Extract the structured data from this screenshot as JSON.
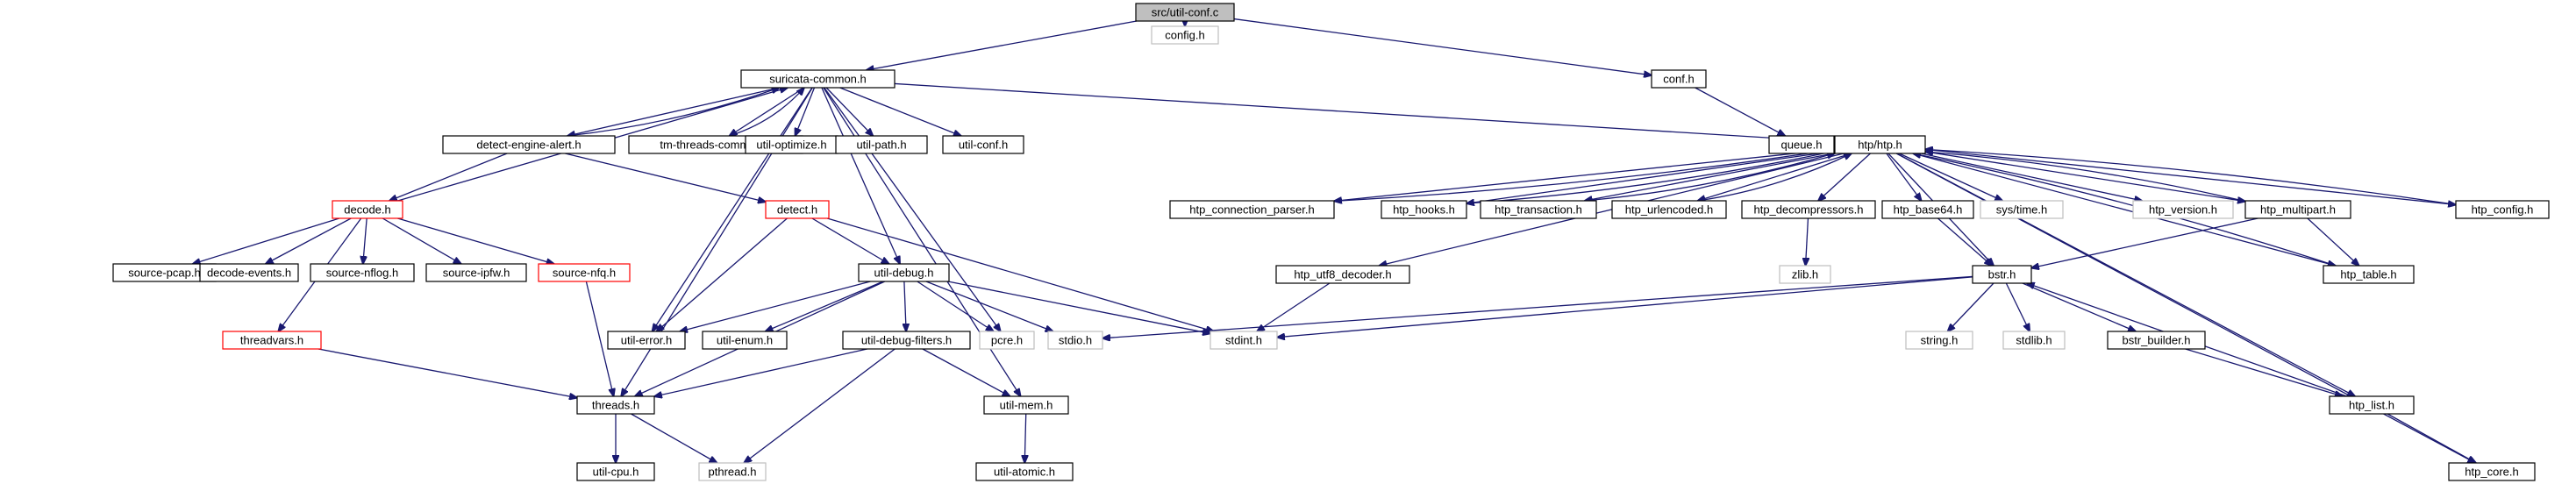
{
  "nodes": [
    {
      "id": "util_conf_c",
      "label": "src/util-conf.c",
      "style": "root"
    },
    {
      "id": "suricata_common",
      "label": "suricata-common.h",
      "style": "normal"
    },
    {
      "id": "config_h",
      "label": "config.h",
      "style": "sys"
    },
    {
      "id": "conf_h",
      "label": "conf.h",
      "style": "normal"
    },
    {
      "id": "queue_h",
      "label": "queue.h",
      "style": "normal"
    },
    {
      "id": "detect_engine_alert",
      "label": "detect-engine-alert.h",
      "style": "normal"
    },
    {
      "id": "tm_threads_common",
      "label": "tm-threads-common.h",
      "style": "normal"
    },
    {
      "id": "util_optimize",
      "label": "util-optimize.h",
      "style": "normal"
    },
    {
      "id": "util_path",
      "label": "util-path.h",
      "style": "normal"
    },
    {
      "id": "util_conf_h",
      "label": "util-conf.h",
      "style": "normal"
    },
    {
      "id": "htp_htp",
      "label": "htp/htp.h",
      "style": "normal"
    },
    {
      "id": "decode_h",
      "label": "decode.h",
      "style": "red"
    },
    {
      "id": "detect_h",
      "label": "detect.h",
      "style": "red"
    },
    {
      "id": "source_pcap",
      "label": "source-pcap.h",
      "style": "normal"
    },
    {
      "id": "decode_events",
      "label": "decode-events.h",
      "style": "normal"
    },
    {
      "id": "source_nflog",
      "label": "source-nflog.h",
      "style": "normal"
    },
    {
      "id": "source_ipfw",
      "label": "source-ipfw.h",
      "style": "normal"
    },
    {
      "id": "source_nfq",
      "label": "source-nfq.h",
      "style": "red"
    },
    {
      "id": "util_debug",
      "label": "util-debug.h",
      "style": "normal"
    },
    {
      "id": "threadvars",
      "label": "threadvars.h",
      "style": "red"
    },
    {
      "id": "util_error",
      "label": "util-error.h",
      "style": "normal"
    },
    {
      "id": "util_enum",
      "label": "util-enum.h",
      "style": "normal"
    },
    {
      "id": "util_debug_filters",
      "label": "util-debug-filters.h",
      "style": "normal"
    },
    {
      "id": "pcre_h",
      "label": "pcre.h",
      "style": "sys"
    },
    {
      "id": "stdio_h",
      "label": "stdio.h",
      "style": "sys"
    },
    {
      "id": "stdint_h",
      "label": "stdint.h",
      "style": "sys"
    },
    {
      "id": "threads_h",
      "label": "threads.h",
      "style": "normal"
    },
    {
      "id": "util_mem",
      "label": "util-mem.h",
      "style": "normal"
    },
    {
      "id": "util_cpu",
      "label": "util-cpu.h",
      "style": "normal"
    },
    {
      "id": "pthread_h",
      "label": "pthread.h",
      "style": "sys"
    },
    {
      "id": "util_atomic",
      "label": "util-atomic.h",
      "style": "normal"
    },
    {
      "id": "htp_connection_parser",
      "label": "htp_connection_parser.h",
      "style": "normal"
    },
    {
      "id": "htp_hooks",
      "label": "htp_hooks.h",
      "style": "normal"
    },
    {
      "id": "htp_transaction",
      "label": "htp_transaction.h",
      "style": "normal"
    },
    {
      "id": "htp_urlencoded",
      "label": "htp_urlencoded.h",
      "style": "normal"
    },
    {
      "id": "htp_decompressors",
      "label": "htp_decompressors.h",
      "style": "normal"
    },
    {
      "id": "htp_base64",
      "label": "htp_base64.h",
      "style": "normal"
    },
    {
      "id": "sys_time",
      "label": "sys/time.h",
      "style": "sys"
    },
    {
      "id": "htp_version",
      "label": "htp_version.h",
      "style": "sys"
    },
    {
      "id": "htp_multipart",
      "label": "htp_multipart.h",
      "style": "normal"
    },
    {
      "id": "htp_config",
      "label": "htp_config.h",
      "style": "normal"
    },
    {
      "id": "zlib_h",
      "label": "zlib.h",
      "style": "sys"
    },
    {
      "id": "htp_utf8_decoder",
      "label": "htp_utf8_decoder.h",
      "style": "normal"
    },
    {
      "id": "bstr_h",
      "label": "bstr.h",
      "style": "normal"
    },
    {
      "id": "htp_table",
      "label": "htp_table.h",
      "style": "normal"
    },
    {
      "id": "string_h",
      "label": "string.h",
      "style": "sys"
    },
    {
      "id": "stdlib_h",
      "label": "stdlib.h",
      "style": "sys"
    },
    {
      "id": "bstr_builder",
      "label": "bstr_builder.h",
      "style": "normal"
    },
    {
      "id": "htp_list",
      "label": "htp_list.h",
      "style": "normal"
    },
    {
      "id": "htp_core",
      "label": "htp_core.h",
      "style": "normal"
    }
  ],
  "edges": [
    [
      "util_conf_c",
      "suricata_common"
    ],
    [
      "util_conf_c",
      "config_h"
    ],
    [
      "util_conf_c",
      "conf_h"
    ],
    [
      "conf_h",
      "queue_h"
    ],
    [
      "suricata_common",
      "detect_engine_alert"
    ],
    [
      "suricata_common",
      "tm_threads_common"
    ],
    [
      "suricata_common",
      "util_optimize"
    ],
    [
      "suricata_common",
      "util_path"
    ],
    [
      "suricata_common",
      "util_conf_h"
    ],
    [
      "suricata_common",
      "htp_htp"
    ],
    [
      "suricata_common",
      "util_error"
    ],
    [
      "suricata_common",
      "util_debug"
    ],
    [
      "suricata_common",
      "pcre_h"
    ],
    [
      "suricata_common",
      "util_mem"
    ],
    [
      "suricata_common",
      "threads_h"
    ],
    [
      "detect_engine_alert",
      "suricata_common"
    ],
    [
      "detect_engine_alert",
      "decode_h"
    ],
    [
      "detect_engine_alert",
      "detect_h"
    ],
    [
      "tm_threads_common",
      "suricata_common"
    ],
    [
      "decode_h",
      "suricata_common"
    ],
    [
      "decode_h",
      "source_pcap"
    ],
    [
      "decode_h",
      "decode_events"
    ],
    [
      "decode_h",
      "source_nflog"
    ],
    [
      "decode_h",
      "source_ipfw"
    ],
    [
      "decode_h",
      "source_nfq"
    ],
    [
      "decode_h",
      "threadvars"
    ],
    [
      "detect_h",
      "util_debug"
    ],
    [
      "detect_h",
      "util_error"
    ],
    [
      "detect_h",
      "stdint_h"
    ],
    [
      "source_nfq",
      "threads_h"
    ],
    [
      "threadvars",
      "threads_h"
    ],
    [
      "util_debug",
      "util_error"
    ],
    [
      "util_debug",
      "util_enum"
    ],
    [
      "util_debug",
      "util_debug_filters"
    ],
    [
      "util_debug",
      "pcre_h"
    ],
    [
      "util_debug",
      "stdio_h"
    ],
    [
      "util_debug",
      "stdint_h"
    ],
    [
      "util_debug",
      "threads_h"
    ],
    [
      "util_debug_filters",
      "threads_h"
    ],
    [
      "util_debug_filters",
      "util_mem"
    ],
    [
      "util_debug_filters",
      "pthread_h"
    ],
    [
      "threads_h",
      "util_cpu"
    ],
    [
      "threads_h",
      "pthread_h"
    ],
    [
      "util_mem",
      "util_atomic"
    ],
    [
      "htp_htp",
      "htp_connection_parser"
    ],
    [
      "htp_htp",
      "htp_hooks"
    ],
    [
      "htp_htp",
      "htp_transaction"
    ],
    [
      "htp_htp",
      "htp_urlencoded"
    ],
    [
      "htp_htp",
      "htp_decompressors"
    ],
    [
      "htp_htp",
      "htp_base64"
    ],
    [
      "htp_htp",
      "sys_time"
    ],
    [
      "htp_htp",
      "htp_version"
    ],
    [
      "htp_htp",
      "htp_multipart"
    ],
    [
      "htp_htp",
      "htp_config"
    ],
    [
      "htp_htp",
      "htp_utf8_decoder"
    ],
    [
      "htp_htp",
      "bstr_h"
    ],
    [
      "htp_htp",
      "htp_table"
    ],
    [
      "htp_htp",
      "htp_list"
    ],
    [
      "htp_htp",
      "htp_core"
    ],
    [
      "htp_connection_parser",
      "htp_htp"
    ],
    [
      "htp_hooks",
      "htp_htp"
    ],
    [
      "htp_transaction",
      "htp_htp"
    ],
    [
      "htp_urlencoded",
      "htp_htp"
    ],
    [
      "htp_multipart",
      "htp_htp"
    ],
    [
      "htp_config",
      "htp_htp"
    ],
    [
      "htp_table",
      "htp_htp"
    ],
    [
      "htp_decompressors",
      "zlib_h"
    ],
    [
      "htp_base64",
      "bstr_h"
    ],
    [
      "htp_multipart",
      "bstr_h"
    ],
    [
      "htp_multipart",
      "htp_table"
    ],
    [
      "htp_utf8_decoder",
      "stdint_h"
    ],
    [
      "bstr_h",
      "stdio_h"
    ],
    [
      "bstr_h",
      "stdint_h"
    ],
    [
      "bstr_h",
      "string_h"
    ],
    [
      "bstr_h",
      "stdlib_h"
    ],
    [
      "bstr_h",
      "bstr_builder"
    ],
    [
      "bstr_builder",
      "htp_list"
    ],
    [
      "htp_list",
      "bstr_h"
    ],
    [
      "htp_list",
      "htp_core"
    ]
  ]
}
